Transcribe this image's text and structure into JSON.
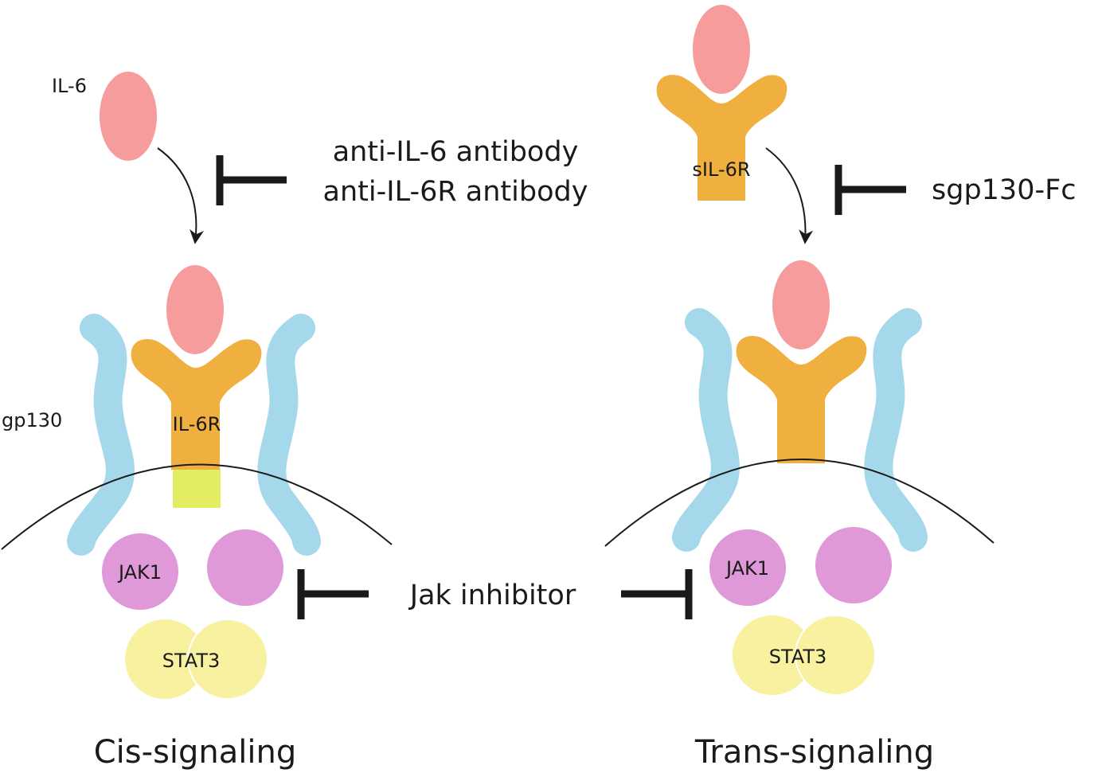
{
  "labels": {
    "il6": "IL-6",
    "anti_il6": "anti-IL-6 antibody",
    "anti_il6r": "anti-IL-6R antibody",
    "gp130": "gp130",
    "il6r": "IL-6R",
    "jak1_left": "JAK1",
    "stat3_left": "STAT3",
    "jak_inhibitor": "Jak inhibitor",
    "cis": "Cis-signaling",
    "sil6r": "sIL-6R",
    "sgp130": "sgp130-Fc",
    "jak1_right": "JAK1",
    "stat3_right": "STAT3",
    "trans": "Trans-signaling"
  },
  "colors": {
    "il6": "#f79c9c",
    "receptor": "#f0b040",
    "gp130": "#a6d8ec",
    "jak": "#df98d8",
    "stat3": "#f7f1a0",
    "transmembrane": "#e4ec64",
    "inhibitor": "#1a1a1a"
  }
}
